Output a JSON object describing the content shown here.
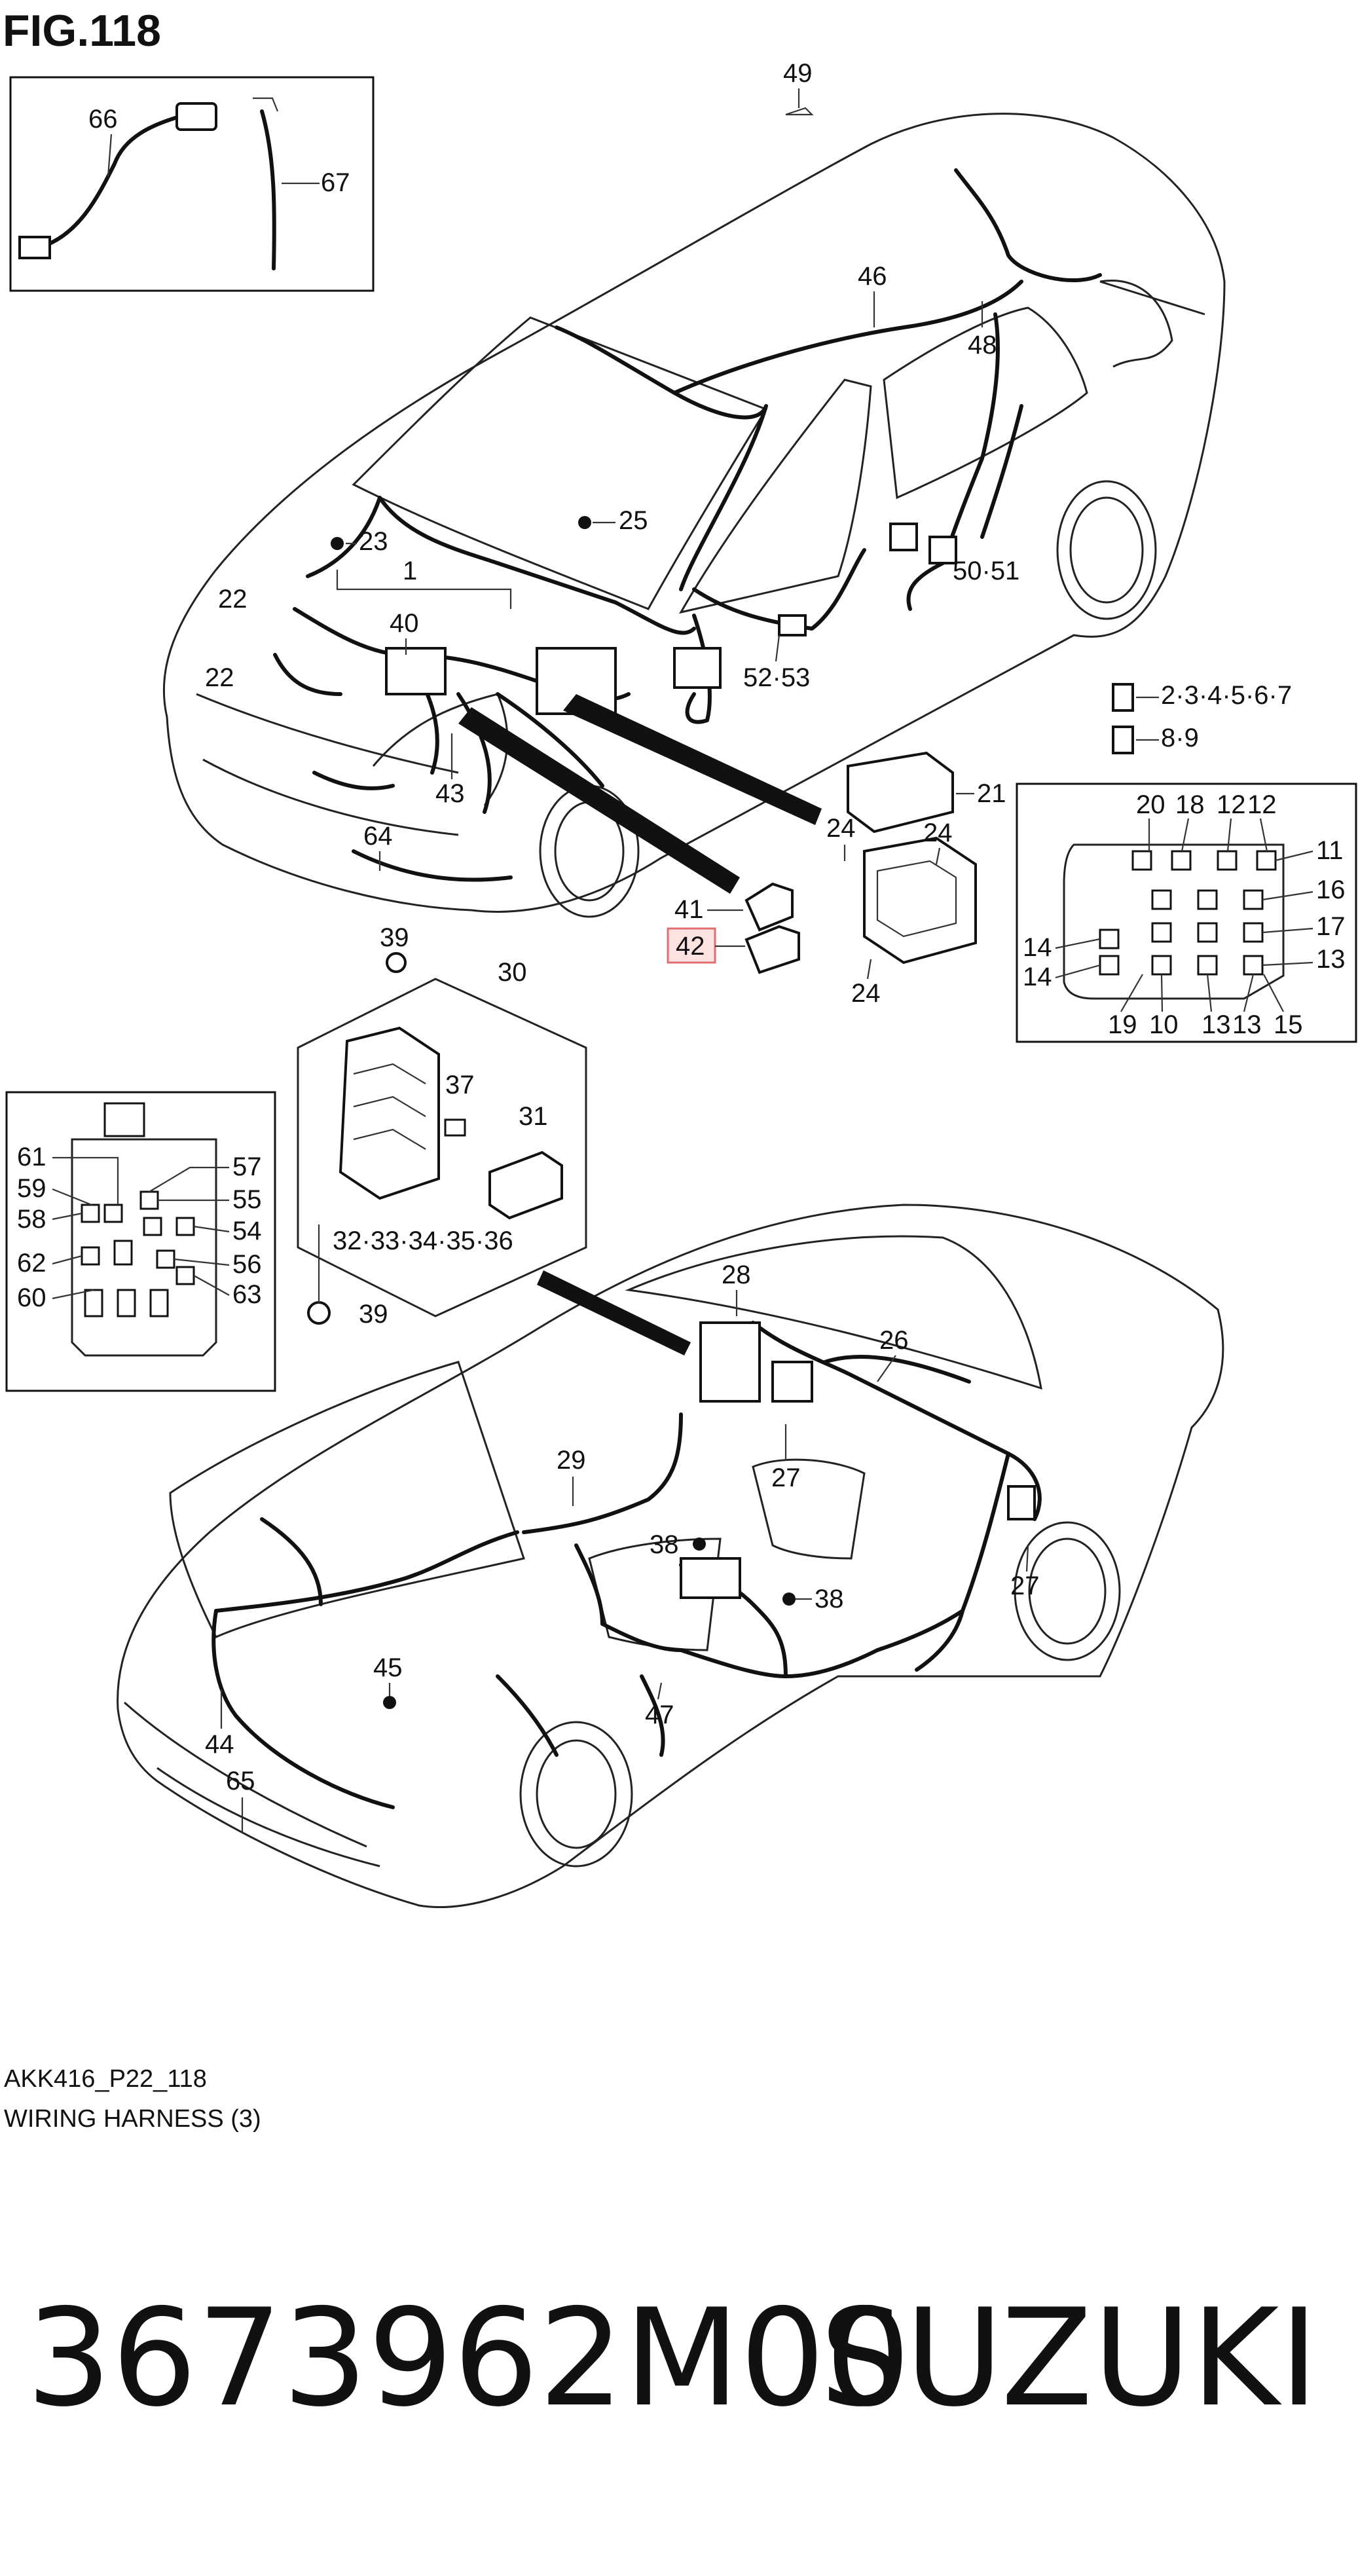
{
  "figure": {
    "title": "FIG.118",
    "code": "AKK416_P22_118",
    "caption": "WIRING HARNESS (3)"
  },
  "part_number": "3673962M00",
  "brand": "SUZUKI",
  "highlighted_callout": "42",
  "colors": {
    "highlight_fill": "#fde2e2",
    "highlight_stroke": "#e07070",
    "ink": "#111111"
  },
  "callouts": {
    "c66": "66",
    "c67": "67",
    "c49": "49",
    "c46": "46",
    "c48": "48",
    "c23": "23",
    "c25": "25",
    "c1": "1",
    "c22a": "22",
    "c22b": "22",
    "c40": "40",
    "c50_51": "50·51",
    "c52_53": "52·53",
    "c2_7": "2·3·4·5·6·7",
    "c8_9": "8·9",
    "c21": "21",
    "c24a": "24",
    "c24b": "24",
    "c24c": "24",
    "c43": "43",
    "c64": "64",
    "c41": "41",
    "c42": "42",
    "c39a": "39",
    "c30": "30",
    "c37": "37",
    "c31": "31",
    "c32_36": "32·33·34·35·36",
    "c39b": "39",
    "c28": "28",
    "c26": "26",
    "c27a": "27",
    "c27b": "27",
    "c29": "29",
    "c38a": "38",
    "c38b": "38",
    "c45": "45",
    "c47": "47",
    "c44": "44",
    "c65": "65"
  },
  "fuse_box_right": {
    "top_labels": [
      "20",
      "18",
      "12",
      "12"
    ],
    "right_labels": [
      "11",
      "16",
      "17",
      "13"
    ],
    "left_labels": [
      "14",
      "14"
    ],
    "bottom_labels": [
      "19",
      "10",
      "13",
      "13",
      "15"
    ]
  },
  "fuse_box_left": {
    "left_labels": [
      "61",
      "59",
      "58",
      "62",
      "60"
    ],
    "right_labels": [
      "57",
      "55",
      "54",
      "56",
      "63"
    ]
  }
}
